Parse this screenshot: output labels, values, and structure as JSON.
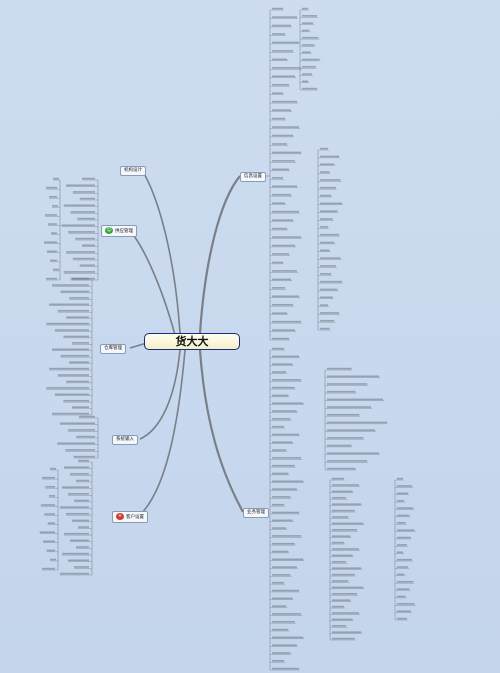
{
  "root_label": "货大大",
  "branches": {
    "right_top": "信息设置",
    "right_bottom": "业务管理",
    "left_a": "机构设计",
    "left_b": "供应管理",
    "left_c": "仓库管理",
    "left_d": "系统输入",
    "left_e": "客户设置"
  },
  "colors": {
    "line": "#7a7f88",
    "node": "#3b3b3b",
    "root_border": "#1c2c7a",
    "bg": "#c9d9ee",
    "green_icon": "#3da33a",
    "red_icon": "#d23b2b"
  },
  "icons": {
    "left_b": "smile-icon",
    "left_e": "plus-icon"
  }
}
